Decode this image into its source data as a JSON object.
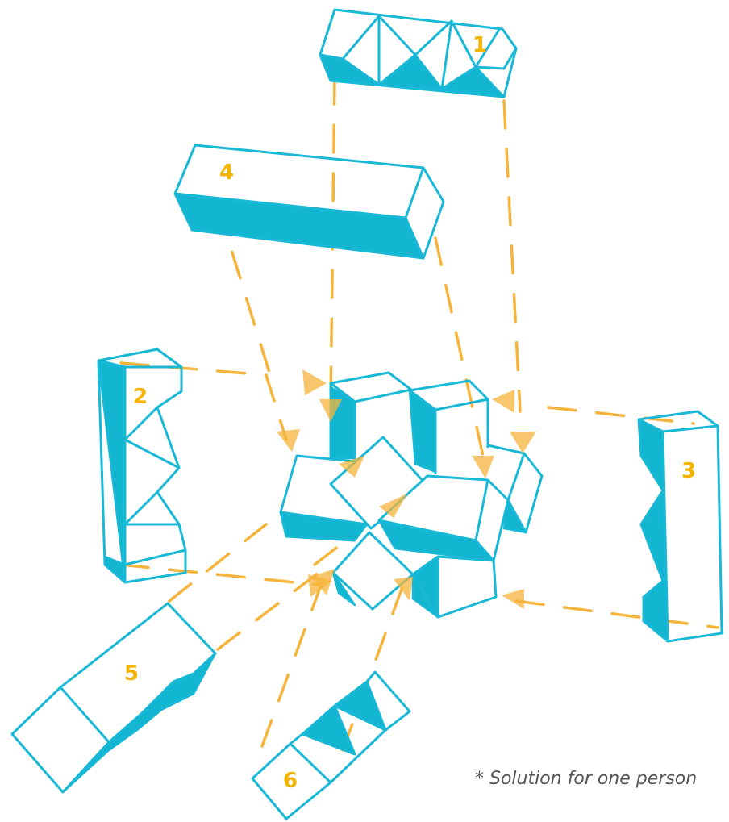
{
  "colors": {
    "outline": "#19b8d6",
    "fill_shade": "#12b6d1",
    "guide": "#f5b43c",
    "label": "#f5b400",
    "footnote": "#555555"
  },
  "pieces": [
    {
      "id": "piece-1",
      "label": "1"
    },
    {
      "id": "piece-2",
      "label": "2"
    },
    {
      "id": "piece-3",
      "label": "3"
    },
    {
      "id": "piece-4",
      "label": "4"
    },
    {
      "id": "piece-5",
      "label": "5"
    },
    {
      "id": "piece-6",
      "label": "6"
    }
  ],
  "footnote": "* Solution for one person"
}
